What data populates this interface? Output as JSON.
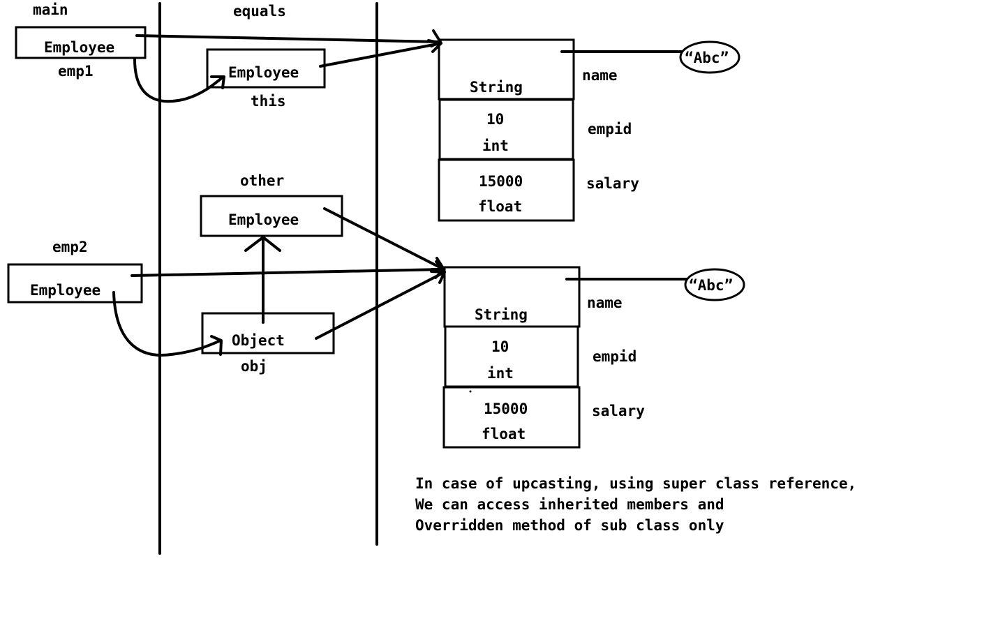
{
  "frames": {
    "main": "main",
    "equals": "equals"
  },
  "main_frame": {
    "emp1": {
      "type": "Employee",
      "name": "emp1"
    },
    "emp2": {
      "type": "Employee",
      "name": "emp2"
    }
  },
  "equals_frame": {
    "this_ref": {
      "type": "Employee",
      "name": "this"
    },
    "other_ref": {
      "type": "Employee",
      "name": "other"
    },
    "obj_ref": {
      "type": "Object",
      "name": "obj"
    }
  },
  "objects": [
    {
      "name_field": {
        "type": "String",
        "label": "name",
        "target": "“Abc”"
      },
      "empid_field": {
        "value": "10",
        "type": "int",
        "label": "empid"
      },
      "salary_field": {
        "value": "15000",
        "type": "float",
        "label": "salary"
      }
    },
    {
      "name_field": {
        "type": "String",
        "label": "name",
        "target": "“Abc”"
      },
      "empid_field": {
        "value": "10",
        "type": "int",
        "label": "empid"
      },
      "salary_field": {
        "value": "15000",
        "type": "float",
        "label": "salary"
      }
    }
  ],
  "note": {
    "lines": [
      "In case of upcasting, using super class reference,",
      "We can access inherited members and",
      "Overridden method of sub class only"
    ]
  }
}
